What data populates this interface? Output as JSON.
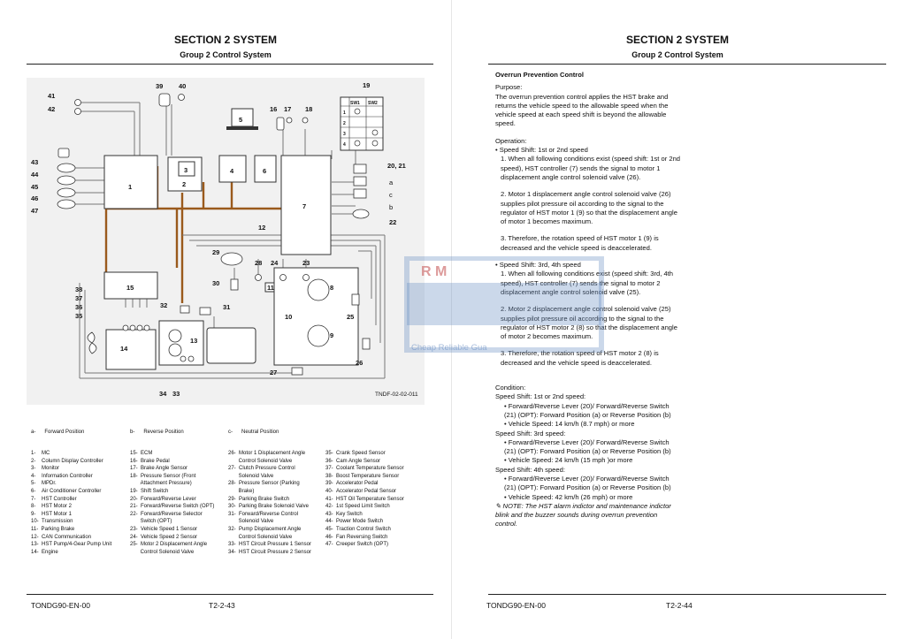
{
  "header": {
    "section": "SECTION 2 SYSTEM",
    "group": "Group 2 Control System"
  },
  "footer": {
    "doc_left": "TONDG90-EN-00",
    "page_left": "T2-2-43",
    "doc_right": "TONDG90-EN-00",
    "page_right": "T2-2-44"
  },
  "diagram": {
    "code": "TNDF-02-02-011",
    "callouts": {
      "n41": "41",
      "n42": "42",
      "n39": "39",
      "n40": "40",
      "n5": "5",
      "n16": "16",
      "n17": "17",
      "n18": "18",
      "n19": "19",
      "sw1": "SW1",
      "sw2": "SW2",
      "r1": "1",
      "r2": "2",
      "r3": "3",
      "r4": "4",
      "n43": "43",
      "n44": "44",
      "n45": "45",
      "n46": "46",
      "n47": "47",
      "b1": "1",
      "b3": "3",
      "b2": "2",
      "b4": "4",
      "b6": "6",
      "b7": "7",
      "n2021": "20, 21",
      "la": "a",
      "lc": "c",
      "lb": "b",
      "n22": "22",
      "n12": "12",
      "n29": "29",
      "n28": "28",
      "n24": "24",
      "n23": "23",
      "n30": "30",
      "n11": "11",
      "n8": "8",
      "n15": "15",
      "n38": "38",
      "n37": "37",
      "n36": "36",
      "n35": "35",
      "n32": "32",
      "n31": "31",
      "n10": "10",
      "n25": "25",
      "n9": "9",
      "n13": "13",
      "n14": "14",
      "n26": "26",
      "n27": "27",
      "n34": "34",
      "n33": "33"
    }
  },
  "positions": [
    "a-      Forward Position",
    "b-      Reverse Position",
    "c-      Neutral Position"
  ],
  "legend": [
    [
      "1-    MC",
      "2-    Column Display Controller",
      "3-    Monitor",
      "4-    Information Controller",
      "5-    MPDr.",
      "6-    Air Conditioner Controller",
      "7-    HST Controller",
      "8-    HST Motor 2",
      "9-    HST Motor 1",
      "10-  Transmission",
      "11-  Parking Brake",
      "12-  CAN Communication",
      "13-  HST Pump/4-Gear Pump Unit",
      "14-  Engine"
    ],
    [
      "15-  ECM",
      "16-  Brake Pedal",
      "17-  Brake Angle Sensor",
      "18-  Pressure Sensor (Front",
      "       Attachment Pressure)",
      "19-  Shift Switch",
      "20-  Forward/Reverse Lever",
      "21-  Forward/Reverse Switch (OPT)",
      "22-  Forward/Reverse Selector",
      "       Switch (OPT)",
      "23-  Vehicle Speed 1 Sensor",
      "24-  Vehicle Speed 2 Sensor",
      "25-  Motor 2 Displacement Angle",
      "       Control Solenoid Valve"
    ],
    [
      "26-  Motor 1 Displacement Angle",
      "       Control Solenoid Valve",
      "27-  Clutch Pressure Control",
      "       Solenoid Valve",
      "28-  Pressure Sensor (Parking",
      "       Brake)",
      "29-  Parking Brake Switch",
      "30-  Parking Brake Solenoid Valve",
      "31-  Forward/Reverse Control",
      "       Solenoid Valve",
      "32-  Pump Displacement Angle",
      "       Control Solenoid Valve",
      "33-  HST Circuit Pressure 1 Sensor",
      "34-  HST Circuit Pressure 2 Sensor"
    ],
    [
      "35-  Crank Speed Sensor",
      "36-  Cam Angle Sensor",
      "37-  Coolant Temperature Sensor",
      "38-  Boost Temperature Sensor",
      "39-  Accelerator Pedal",
      "40-  Accelerator Pedal Sensor",
      "41-  HST Oil Temperature Sensor",
      "42-  1st Speed Limit Switch",
      "43-  Key Switch",
      "44-  Power Mode Switch",
      "45-  Traction Control Switch",
      "46-  Fan Reversing Switch",
      "47-  Creeper Switch (OPT)"
    ]
  ],
  "right_text": {
    "title": "Overrun Prevention Control",
    "purpose_label": "Purpose:",
    "purpose": "The overrun prevention control applies the HST brake and returns the vehicle speed to the allowable speed when the vehicle speed at each speed shift is beyond the allowable speed.",
    "operation_label": "Operation:",
    "op1_head": "•  Speed Shift: 1st or 2nd speed",
    "op1_1": "1.  When all following conditions exist (speed shift: 1st or 2nd speed), HST controller (7) sends the signal to motor 1 displacement angle control solenoid valve (26).",
    "op1_2": "2.  Motor 1 displacement angle control solenoid valve (26) supplies pilot pressure oil according to the signal to the regulator of HST motor 1 (9) so that the displacement angle of motor 1 becomes maximum.",
    "op1_3": "3.  Therefore, the rotation speed of HST motor 1 (9) is decreased and the vehicle speed is deaccelerated.",
    "op2_head": "•  Speed Shift: 3rd, 4th speed",
    "op2_1": "1.  When all following conditions exist (speed shift: 3rd, 4th speed), HST controller (7) sends the signal to motor 2 displacement angle control solenoid valve (25).",
    "op2_2": "2.  Motor 2 displacement angle control solenoid valve (25) supplies pilot pressure oil according to the signal to the regulator of HST motor 2 (8) so that the displacement angle of motor 2 becomes maximum.",
    "op2_3": "3.  Therefore, the rotation speed of HST motor 2 (8) is decreased and the vehicle speed is deaccelerated.",
    "condition_label": "Condition:",
    "c1_head": "Speed Shift: 1st or 2nd speed:",
    "c1_a": "•  Forward/Reverse Lever (20)/ Forward/Reverse Switch (21) (OPT): Forward Position (a) or Reverse Position (b)",
    "c1_b": "•  Vehicle Speed: 14 km/h (8.7 mph) or more",
    "c2_head": "Speed Shift: 3rd speed:",
    "c2_a": "•  Forward/Reverse Lever (20)/ Forward/Reverse Switch (21) (OPT): Forward Position (a) or Reverse Position (b)",
    "c2_b": "•  Vehicle Speed: 24 km/h (15 mph )or more",
    "c3_head": "Speed Shift: 4th speed:",
    "c3_a": "•  Forward/Reverse Lever (20)/ Forward/Reverse Switch (21) (OPT): Forward Position (a) or Reverse Position (b)",
    "c3_b": "•  Vehicle Speed: 42 km/h (26 mph) or more",
    "note": "✎ NOTE:   The HST alarm indictor and maintenance indictor blink and the buzzer sounds during overrun prevention control."
  },
  "watermark": {
    "brand": "R M",
    "slogan": "Cheap Reliable Gua"
  },
  "colors": {
    "harness": "#9a5a1c",
    "wire": "#777777",
    "watermark": "#6a8fc4"
  }
}
